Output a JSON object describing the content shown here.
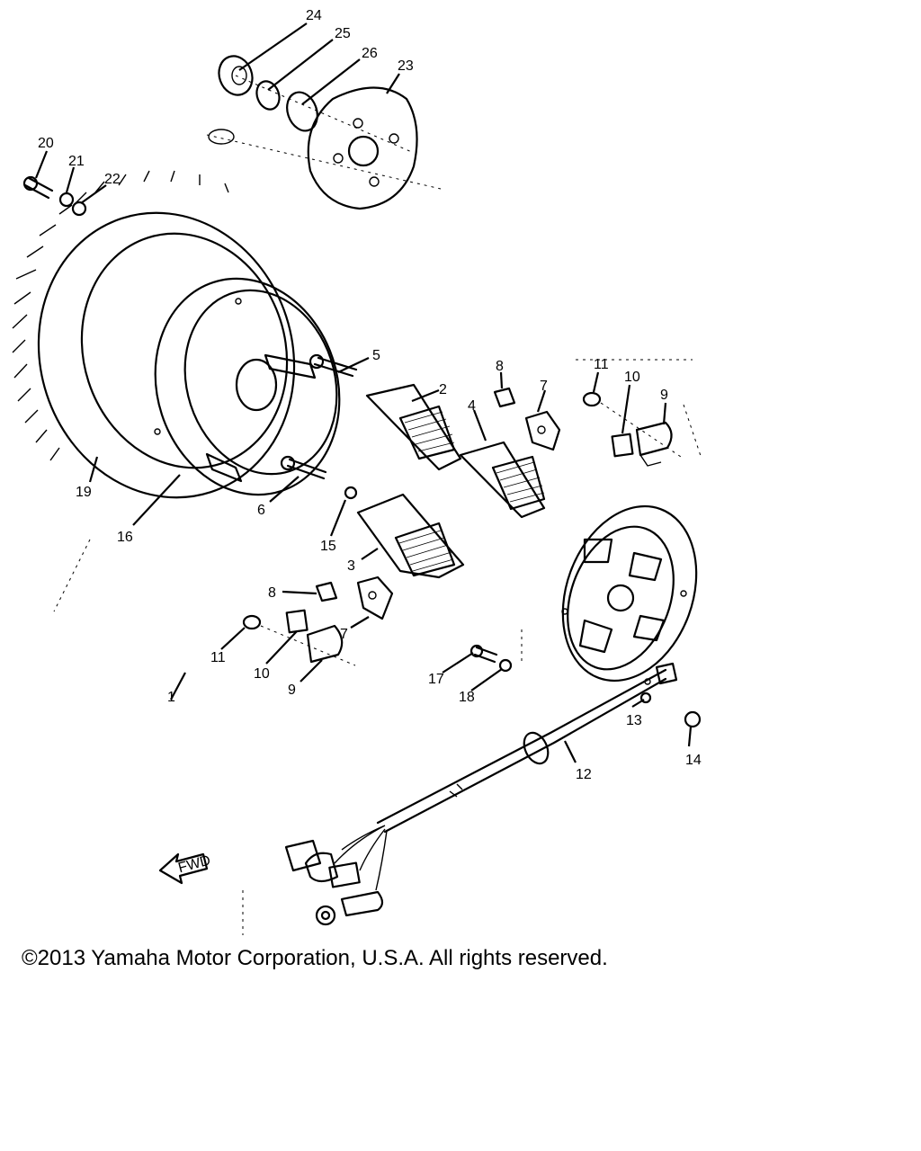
{
  "diagram": {
    "callouts": [
      "24",
      "25",
      "26",
      "23",
      "20",
      "21",
      "22",
      "5",
      "2",
      "8",
      "7",
      "11",
      "10",
      "9",
      "4",
      "19",
      "16",
      "6",
      "15",
      "3",
      "8",
      "7",
      "11",
      "10",
      "9",
      "1",
      "17",
      "18",
      "13",
      "14",
      "12"
    ],
    "fwd_label": "FWD"
  },
  "footer": {
    "copyright": "©2013 Yamaha Motor Corporation, U.S.A. All rights reserved."
  }
}
